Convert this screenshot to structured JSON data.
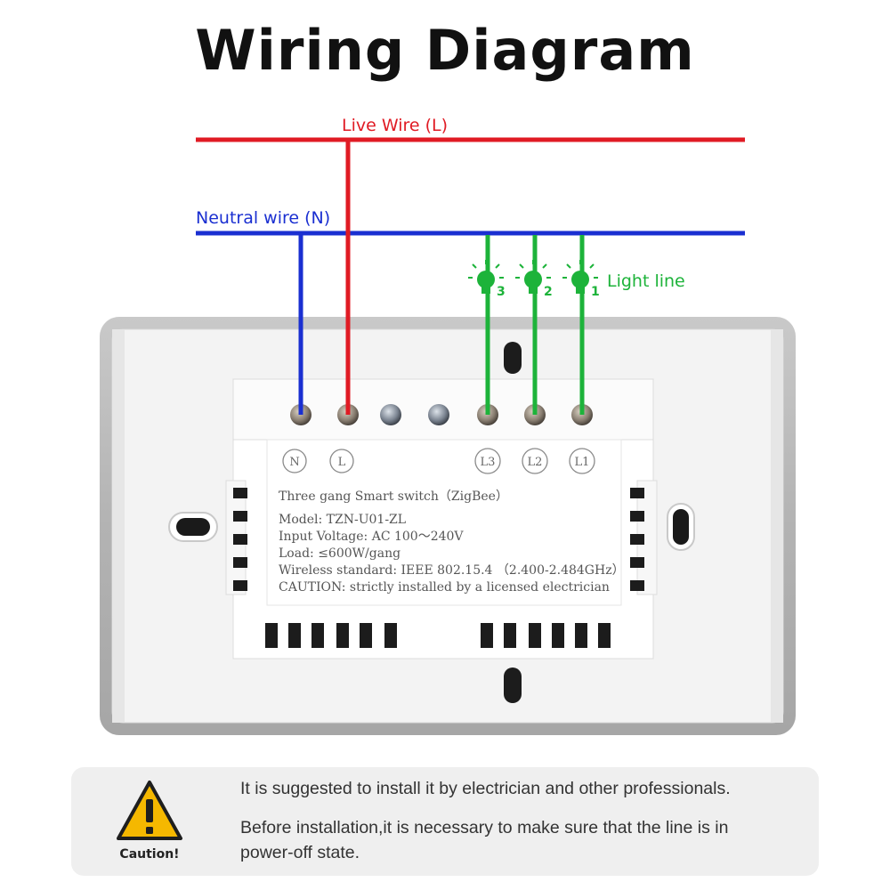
{
  "title": "Wiring Diagram",
  "wires": {
    "live_label": "Live Wire (L)",
    "neutral_label": "Neutral wire (N)",
    "light_label": "Light line",
    "live_color": "#e01b24",
    "neutral_color": "#1a2fd1",
    "light_color": "#1db33a"
  },
  "bulbs": [
    "3",
    "2",
    "1"
  ],
  "terminals": [
    "N",
    "L",
    "L3",
    "L2",
    "L1"
  ],
  "label_plate": {
    "heading": "Three gang Smart switch（ZigBee）",
    "model": "Model: TZN-U01-ZL",
    "voltage": "Input Voltage: AC 100～240V",
    "load": "Load: ≤600W/gang",
    "wireless": "Wireless standard: IEEE 802.15.4 （2.400-2.484GHz）",
    "caution": "CAUTION: strictly installed by a licensed electrician"
  },
  "caution_box": {
    "label": "Caution!",
    "line1": "It is suggested to install it by electrician and other professionals.",
    "line2": "Before installation,it is necessary to make sure that the line is in power-off state."
  }
}
